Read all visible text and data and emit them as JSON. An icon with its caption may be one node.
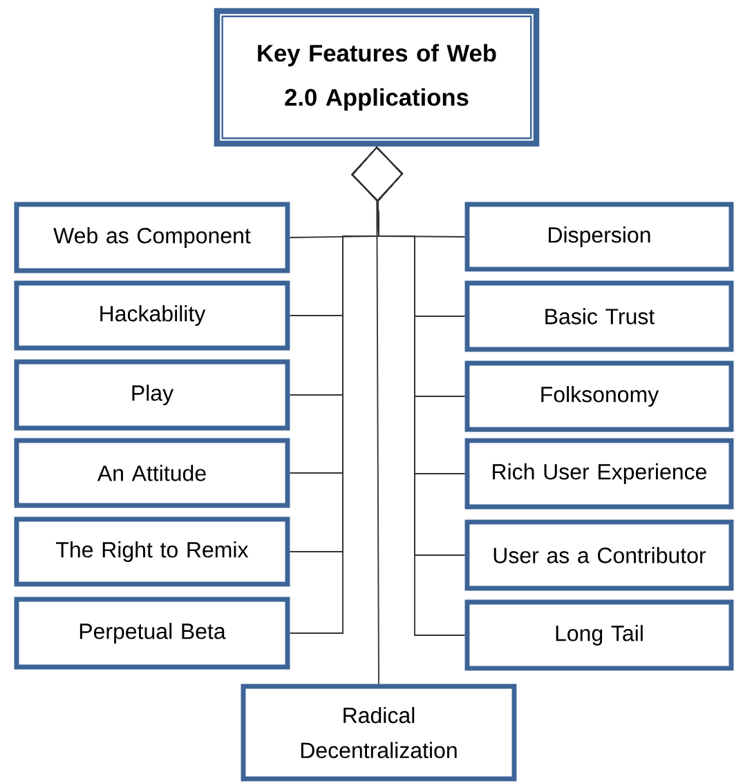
{
  "diagram": {
    "nodes": [
      {
        "text": [
          "Key Features of Web 2.0 Applications"
        ]
      },
      {
        "text": [
          "Web as Component"
        ]
      },
      {
        "text": [
          "Dispersion"
        ]
      },
      {
        "text": [
          "Hackability"
        ]
      },
      {
        "text": [
          "Basic Trust"
        ]
      },
      {
        "text": [
          "Play"
        ]
      },
      {
        "text": [
          "Folksonomy"
        ]
      },
      {
        "text": [
          "An Attitude"
        ]
      },
      {
        "text": [
          "Rich User Experience"
        ]
      },
      {
        "text": [
          "The Right to Remix"
        ]
      },
      {
        "text": [
          "User as a Contributor"
        ]
      },
      {
        "text": [
          "Perpetual Beta"
        ]
      },
      {
        "text": [
          "Long Tail"
        ]
      },
      {
        "text": [
          "Radical Decentralization"
        ]
      }
    ],
    "edges": [
      {
        "from": 0,
        "to": 1,
        "arrow": "other"
      },
      {
        "from": 0,
        "to": 2,
        "arrow": "other"
      },
      {
        "from": 0,
        "to": 3,
        "arrow": "other"
      },
      {
        "from": 0,
        "to": 4,
        "arrow": "other"
      },
      {
        "from": 0,
        "to": 5,
        "arrow": "other"
      },
      {
        "from": 0,
        "to": 6,
        "arrow": "other"
      },
      {
        "from": 0,
        "to": 7,
        "arrow": "other"
      },
      {
        "from": 0,
        "to": 8,
        "arrow": "other"
      },
      {
        "from": 0,
        "to": 9,
        "arrow": "other"
      },
      {
        "from": 0,
        "to": 10,
        "arrow": "other"
      },
      {
        "from": 0,
        "to": 11,
        "arrow": "other"
      },
      {
        "from": 0,
        "to": 12,
        "arrow": "other"
      },
      {
        "from": 0,
        "to": 13,
        "arrow": "other"
      }
    ]
  }
}
